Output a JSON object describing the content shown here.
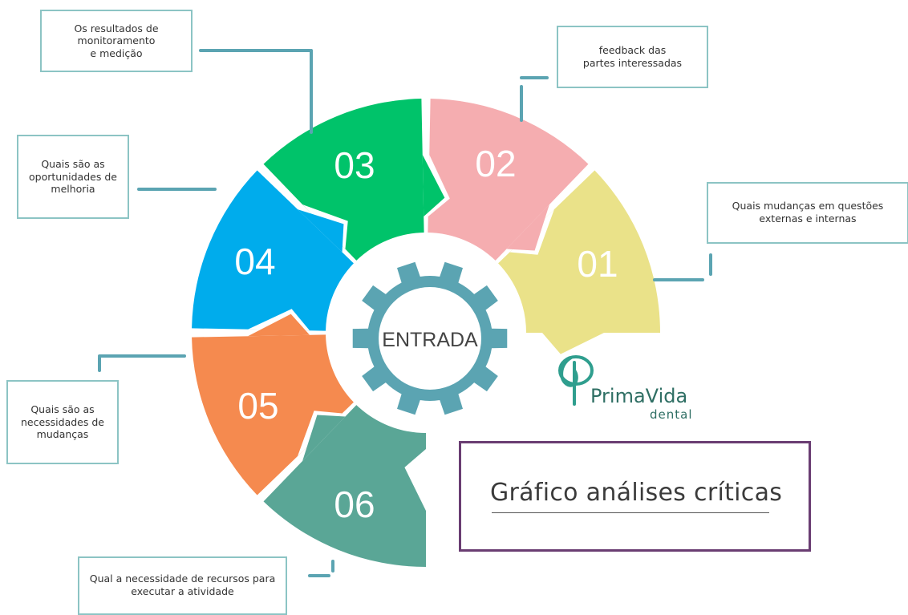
{
  "center": {
    "label": "ENTRADA",
    "color": "#5ba4b2"
  },
  "segments": [
    {
      "number": "01",
      "color": "#eae289",
      "callout": "Quais mudanças em questões\nexternas e internas"
    },
    {
      "number": "02",
      "color": "#f5adb0",
      "callout": "feedback das\npartes interessadas"
    },
    {
      "number": "03",
      "color": "#00c36a",
      "callout": "Os resultados de\nmonitoramento\ne medição"
    },
    {
      "number": "04",
      "color": "#00acec",
      "callout": "Quais são as\noportunidades de\nmelhoria"
    },
    {
      "number": "05",
      "color": "#f58a4f",
      "callout": "Quais são as\nnecessidades de\nmudanças"
    },
    {
      "number": "06",
      "color": "#5aa696",
      "callout": "Qual a necessidade  de recursos para\nexecutar a atividade"
    }
  ],
  "connector_color": "#5ba4b2",
  "callout_border_color": "#8cc4c4",
  "title": {
    "text": "Gráfico análises críticas",
    "border_color": "#6a3d72"
  },
  "logo": {
    "brand": "PrimaVida",
    "sub": "dental",
    "color": "#2f6f64"
  }
}
